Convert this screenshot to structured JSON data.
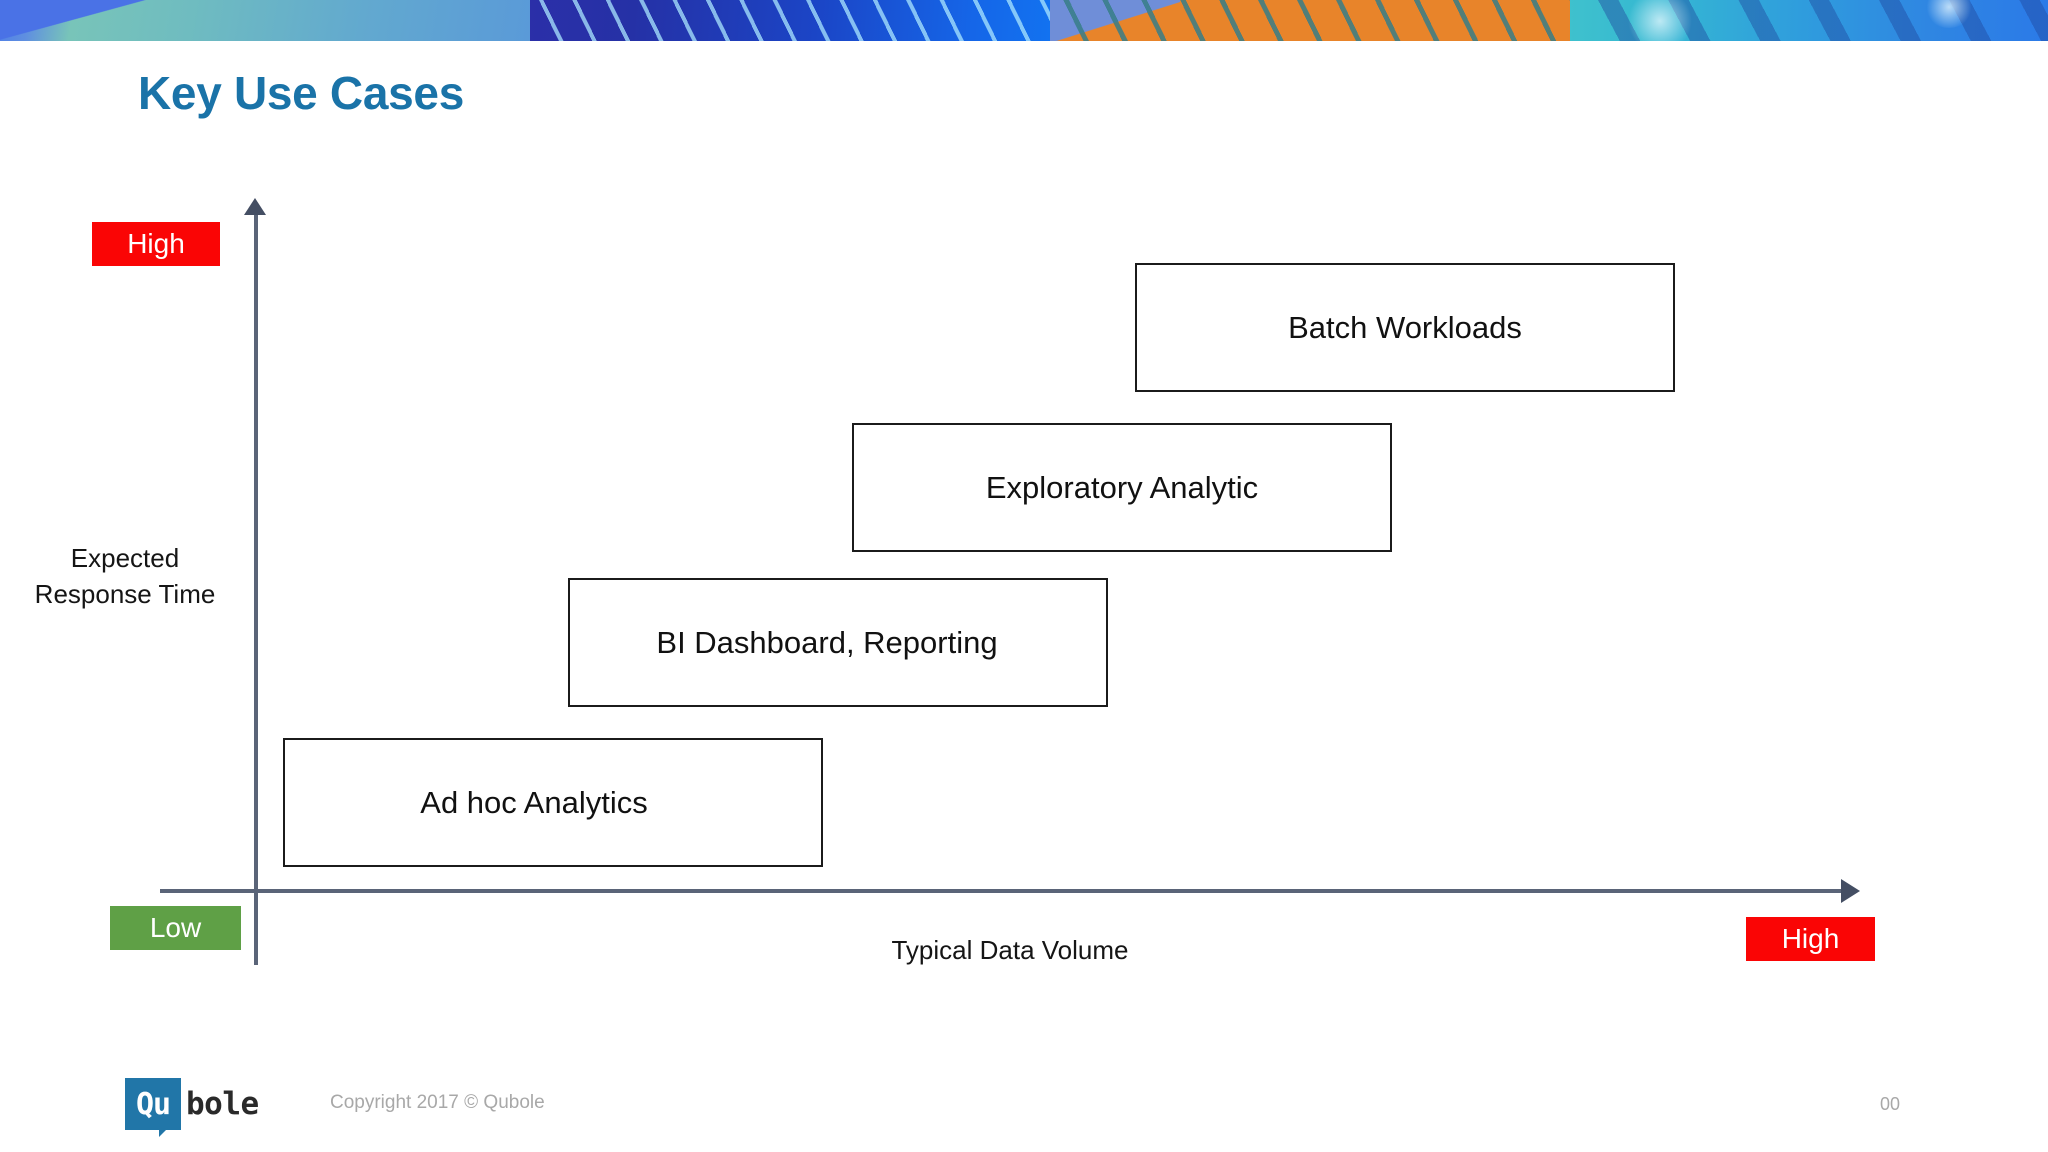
{
  "slide": {
    "title": "Key Use Cases",
    "title_color": "#1A73A8"
  },
  "banner": {
    "segment_colors": [
      "#6FBCC0",
      "#1B45C6",
      "#E8842A",
      "#2F9DDD"
    ]
  },
  "chart_data": {
    "type": "bar",
    "title": "Key Use Cases",
    "xlabel": "Typical Data Volume",
    "ylabel": "Expected Response Time",
    "grid": false,
    "legend": "none",
    "axis_scales": {
      "y_low_label": "Low",
      "y_high_label": "High",
      "x_low_label": "",
      "x_high_label": "High"
    },
    "categories": [
      "Ad hoc Analytics",
      "BI Dashboard, Reporting",
      "Exploratory Analytic",
      "Batch Workloads"
    ],
    "items": [
      {
        "label": "Ad hoc Analytics",
        "data_volume_start": 0.02,
        "data_volume_end": 0.36,
        "response_time_level": 1
      },
      {
        "label": "BI Dashboard, Reporting",
        "data_volume_start": 0.2,
        "data_volume_end": 0.54,
        "response_time_level": 2
      },
      {
        "label": "Exploratory Analytic",
        "data_volume_start": 0.38,
        "data_volume_end": 0.72,
        "response_time_level": 3
      },
      {
        "label": "Batch Workloads",
        "data_volume_start": 0.56,
        "data_volume_end": 0.9,
        "response_time_level": 4
      }
    ]
  },
  "axes": {
    "y_label_line1": "Expected",
    "y_label_line2": "Response Time",
    "x_label": "Typical Data Volume"
  },
  "badges": {
    "y_high": {
      "text": "High",
      "color": "#FA0505"
    },
    "y_low": {
      "text": "Low",
      "color": "#5FA046"
    },
    "x_high": {
      "text": "High",
      "color": "#FA0505"
    }
  },
  "boxes": [
    {
      "label": "Batch Workloads"
    },
    {
      "label": "Exploratory Analytic"
    },
    {
      "label": "BI Dashboard, Reporting"
    },
    {
      "label": "Ad hoc Analytics"
    }
  ],
  "footer": {
    "logo_mark": "Qu",
    "logo_word": "bole",
    "copyright": "Copyright 2017 © Qubole",
    "page_number": "00"
  }
}
